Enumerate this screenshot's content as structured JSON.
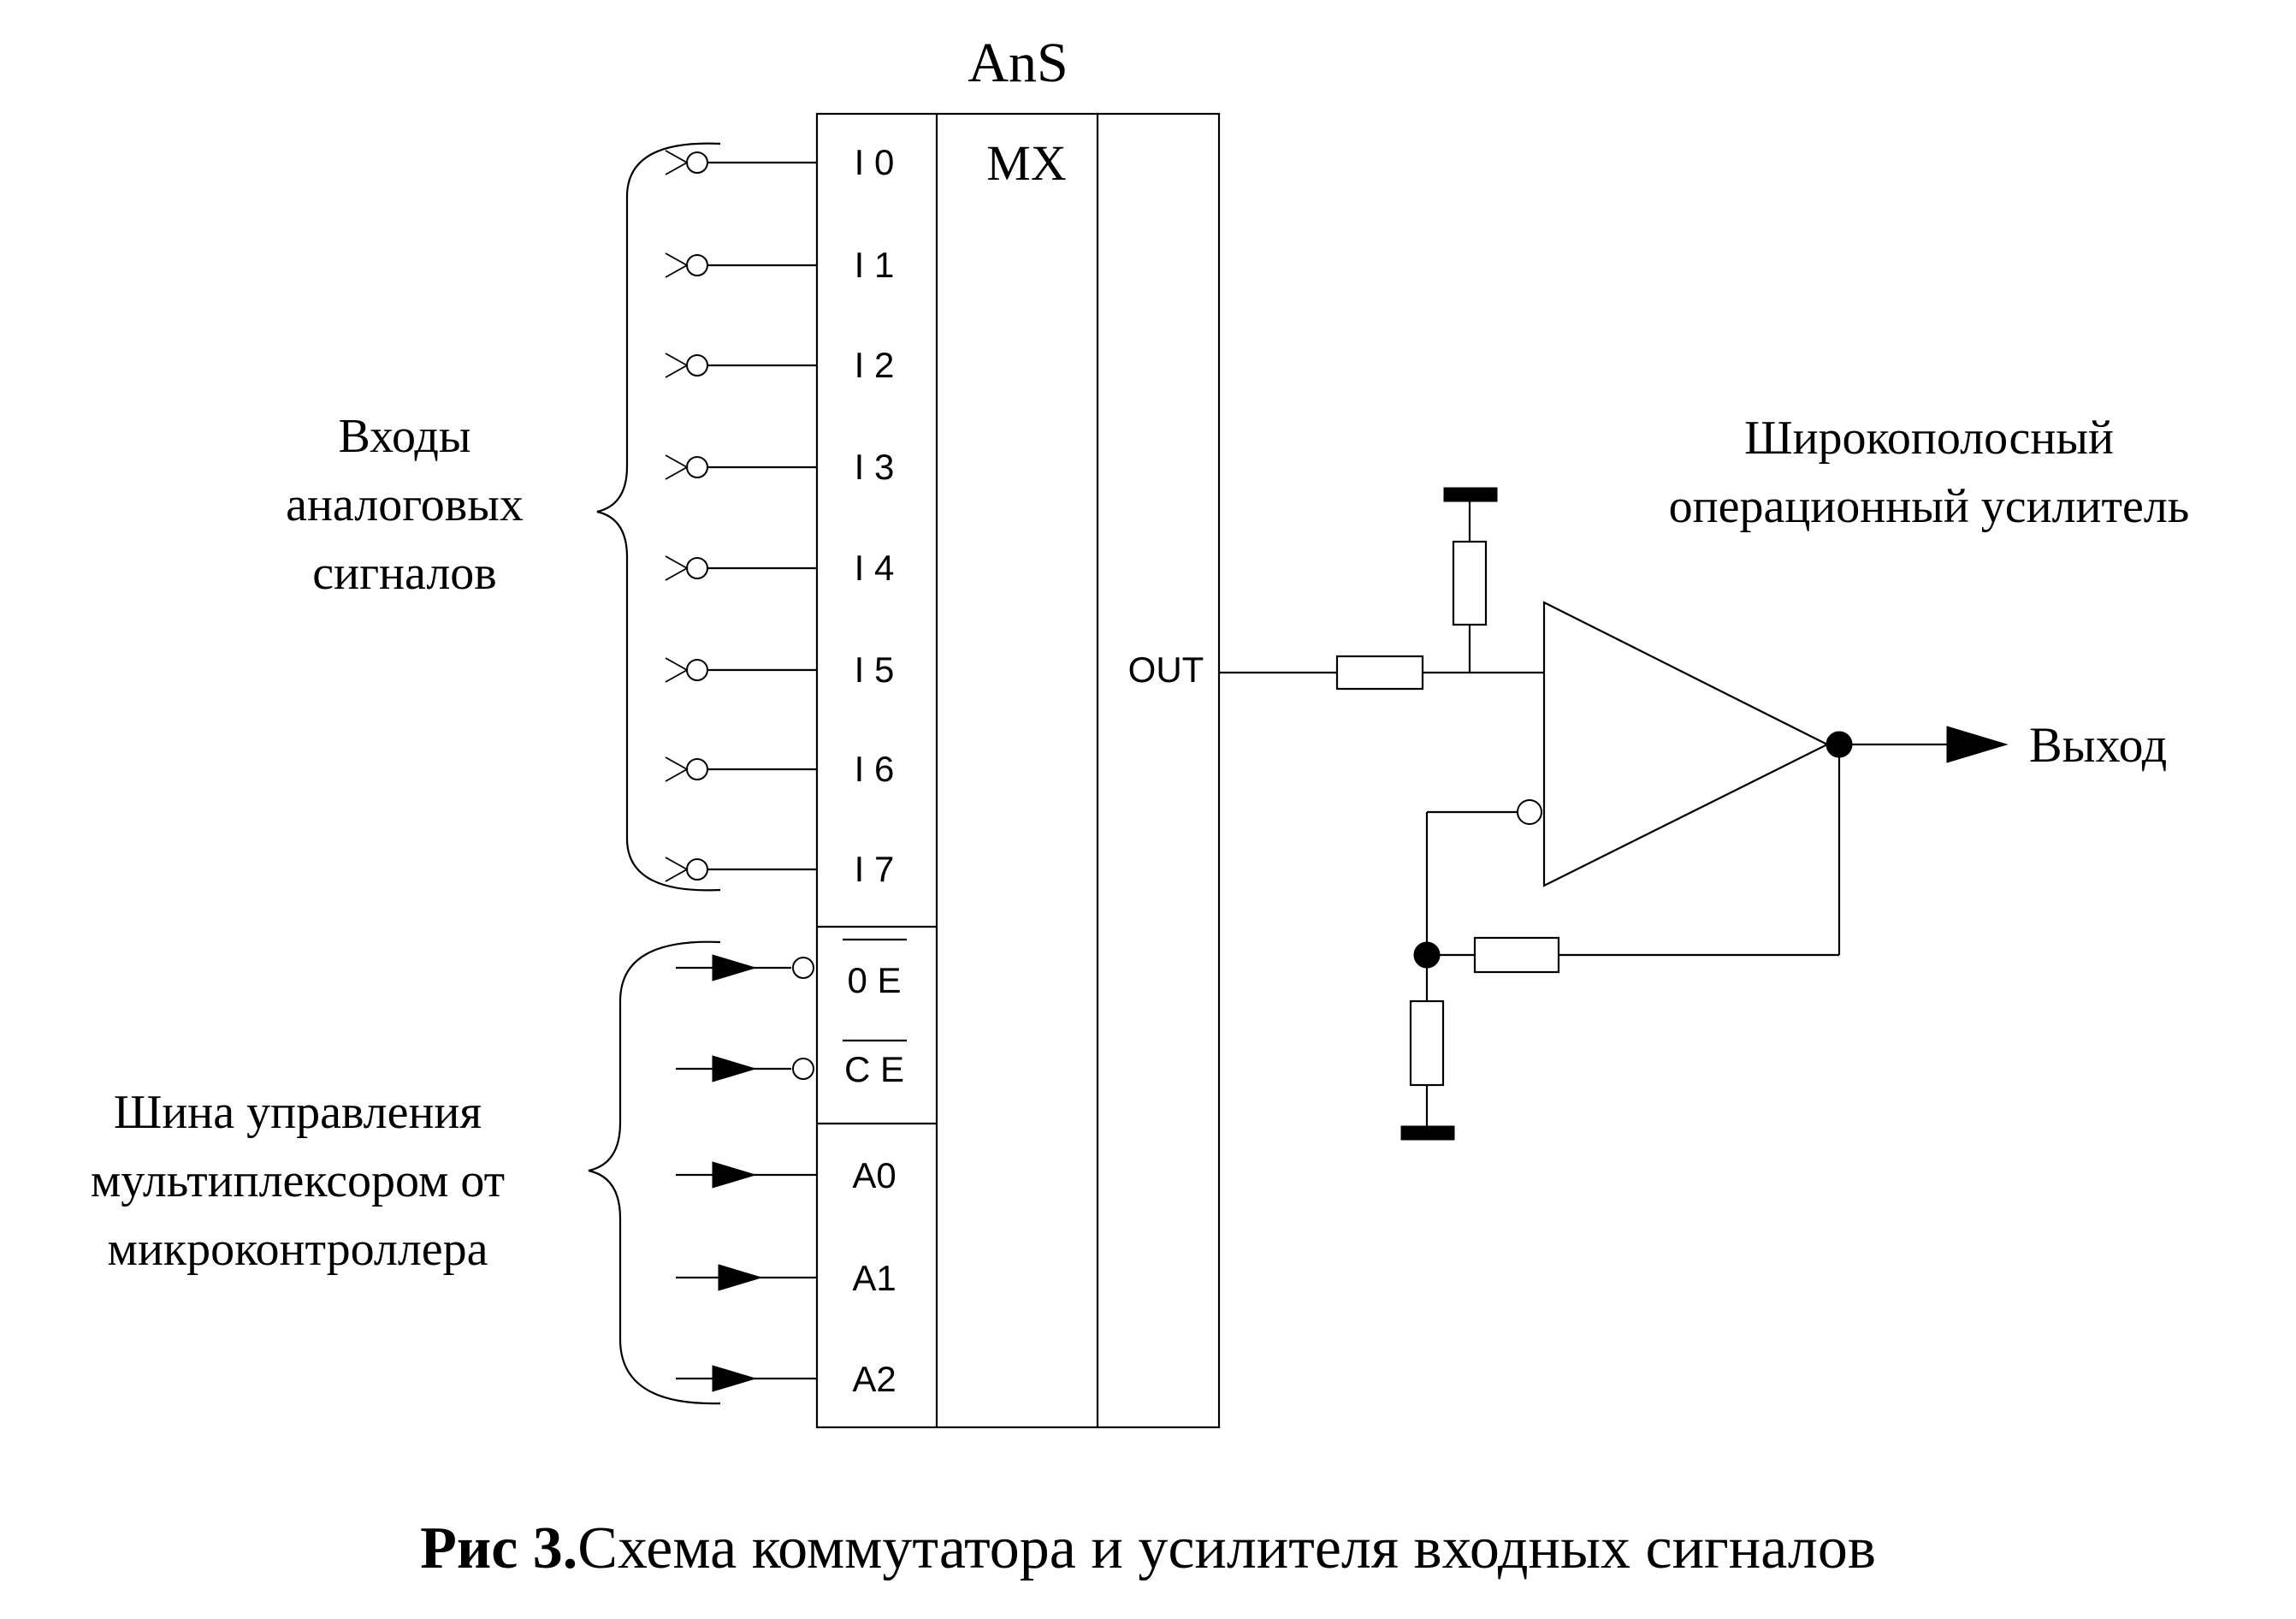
{
  "chip": {
    "name": "AnS",
    "function": "MX",
    "inputs": [
      "I 0",
      "I 1",
      "I 2",
      "I 3",
      "I 4",
      "I 5",
      "I 6",
      "I 7"
    ],
    "enables": [
      "0 E",
      "C E"
    ],
    "address": [
      "A0",
      "A1",
      "A2"
    ],
    "output": "OUT"
  },
  "labels": {
    "analog_inputs": [
      "Входы",
      "аналоговых",
      "сигналов"
    ],
    "control_bus": [
      "Шина управления",
      "мультиплексором от",
      "микроконтроллера"
    ],
    "amplifier": [
      "Широкополосный",
      "операционный усилитель"
    ],
    "output": "Выход"
  },
  "caption": {
    "bold": "Рис 3.",
    "text": "Схема коммутатора и усилителя входных сигналов"
  }
}
